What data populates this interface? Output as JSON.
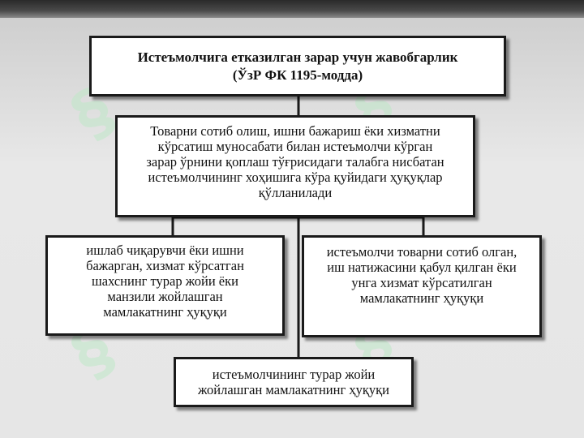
{
  "colors": {
    "background": "#e6e6e6",
    "box_border": "#1a1a1a",
    "box_fill": "#ffffff",
    "watermark": "#bfe8c8"
  },
  "watermark_glyph": "§",
  "diagram": {
    "title": {
      "line1": "Истеъмолчига етказилган зарар учун жавобгарлик",
      "line2": "(ЎзР ФК 1195-модда)"
    },
    "main": {
      "lines": [
        "Товарни сотиб олиш, ишни бажариш ёки хизматни",
        "кўрсатиш муносабати билан истеъмолчи кўрган",
        "зарар ўрнини қоплаш тўғрисидаги талабга нисбатан",
        "истеъмолчининг хоҳишига кўра қуйидаги ҳуқуқлар",
        "қўлланилади"
      ]
    },
    "left": {
      "lines": [
        "ишлаб чиқарувчи ёки ишни",
        "бажарган, хизмат кўрсатган",
        "шахснинг турар жойи ёки",
        "манзили жойлашган",
        "мамлакатнинг ҳуқуқи"
      ]
    },
    "right": {
      "lines": [
        "истеъмолчи товарни сотиб олган,",
        "иш натижасини қабул қилган ёки",
        "унга хизмат кўрсатилган",
        "мамлакатнинг ҳуқуқи"
      ]
    },
    "bottom": {
      "lines": [
        "истеъмолчининг турар жойи",
        "жойлашган мамлакатнинг ҳуқуқи"
      ]
    }
  }
}
